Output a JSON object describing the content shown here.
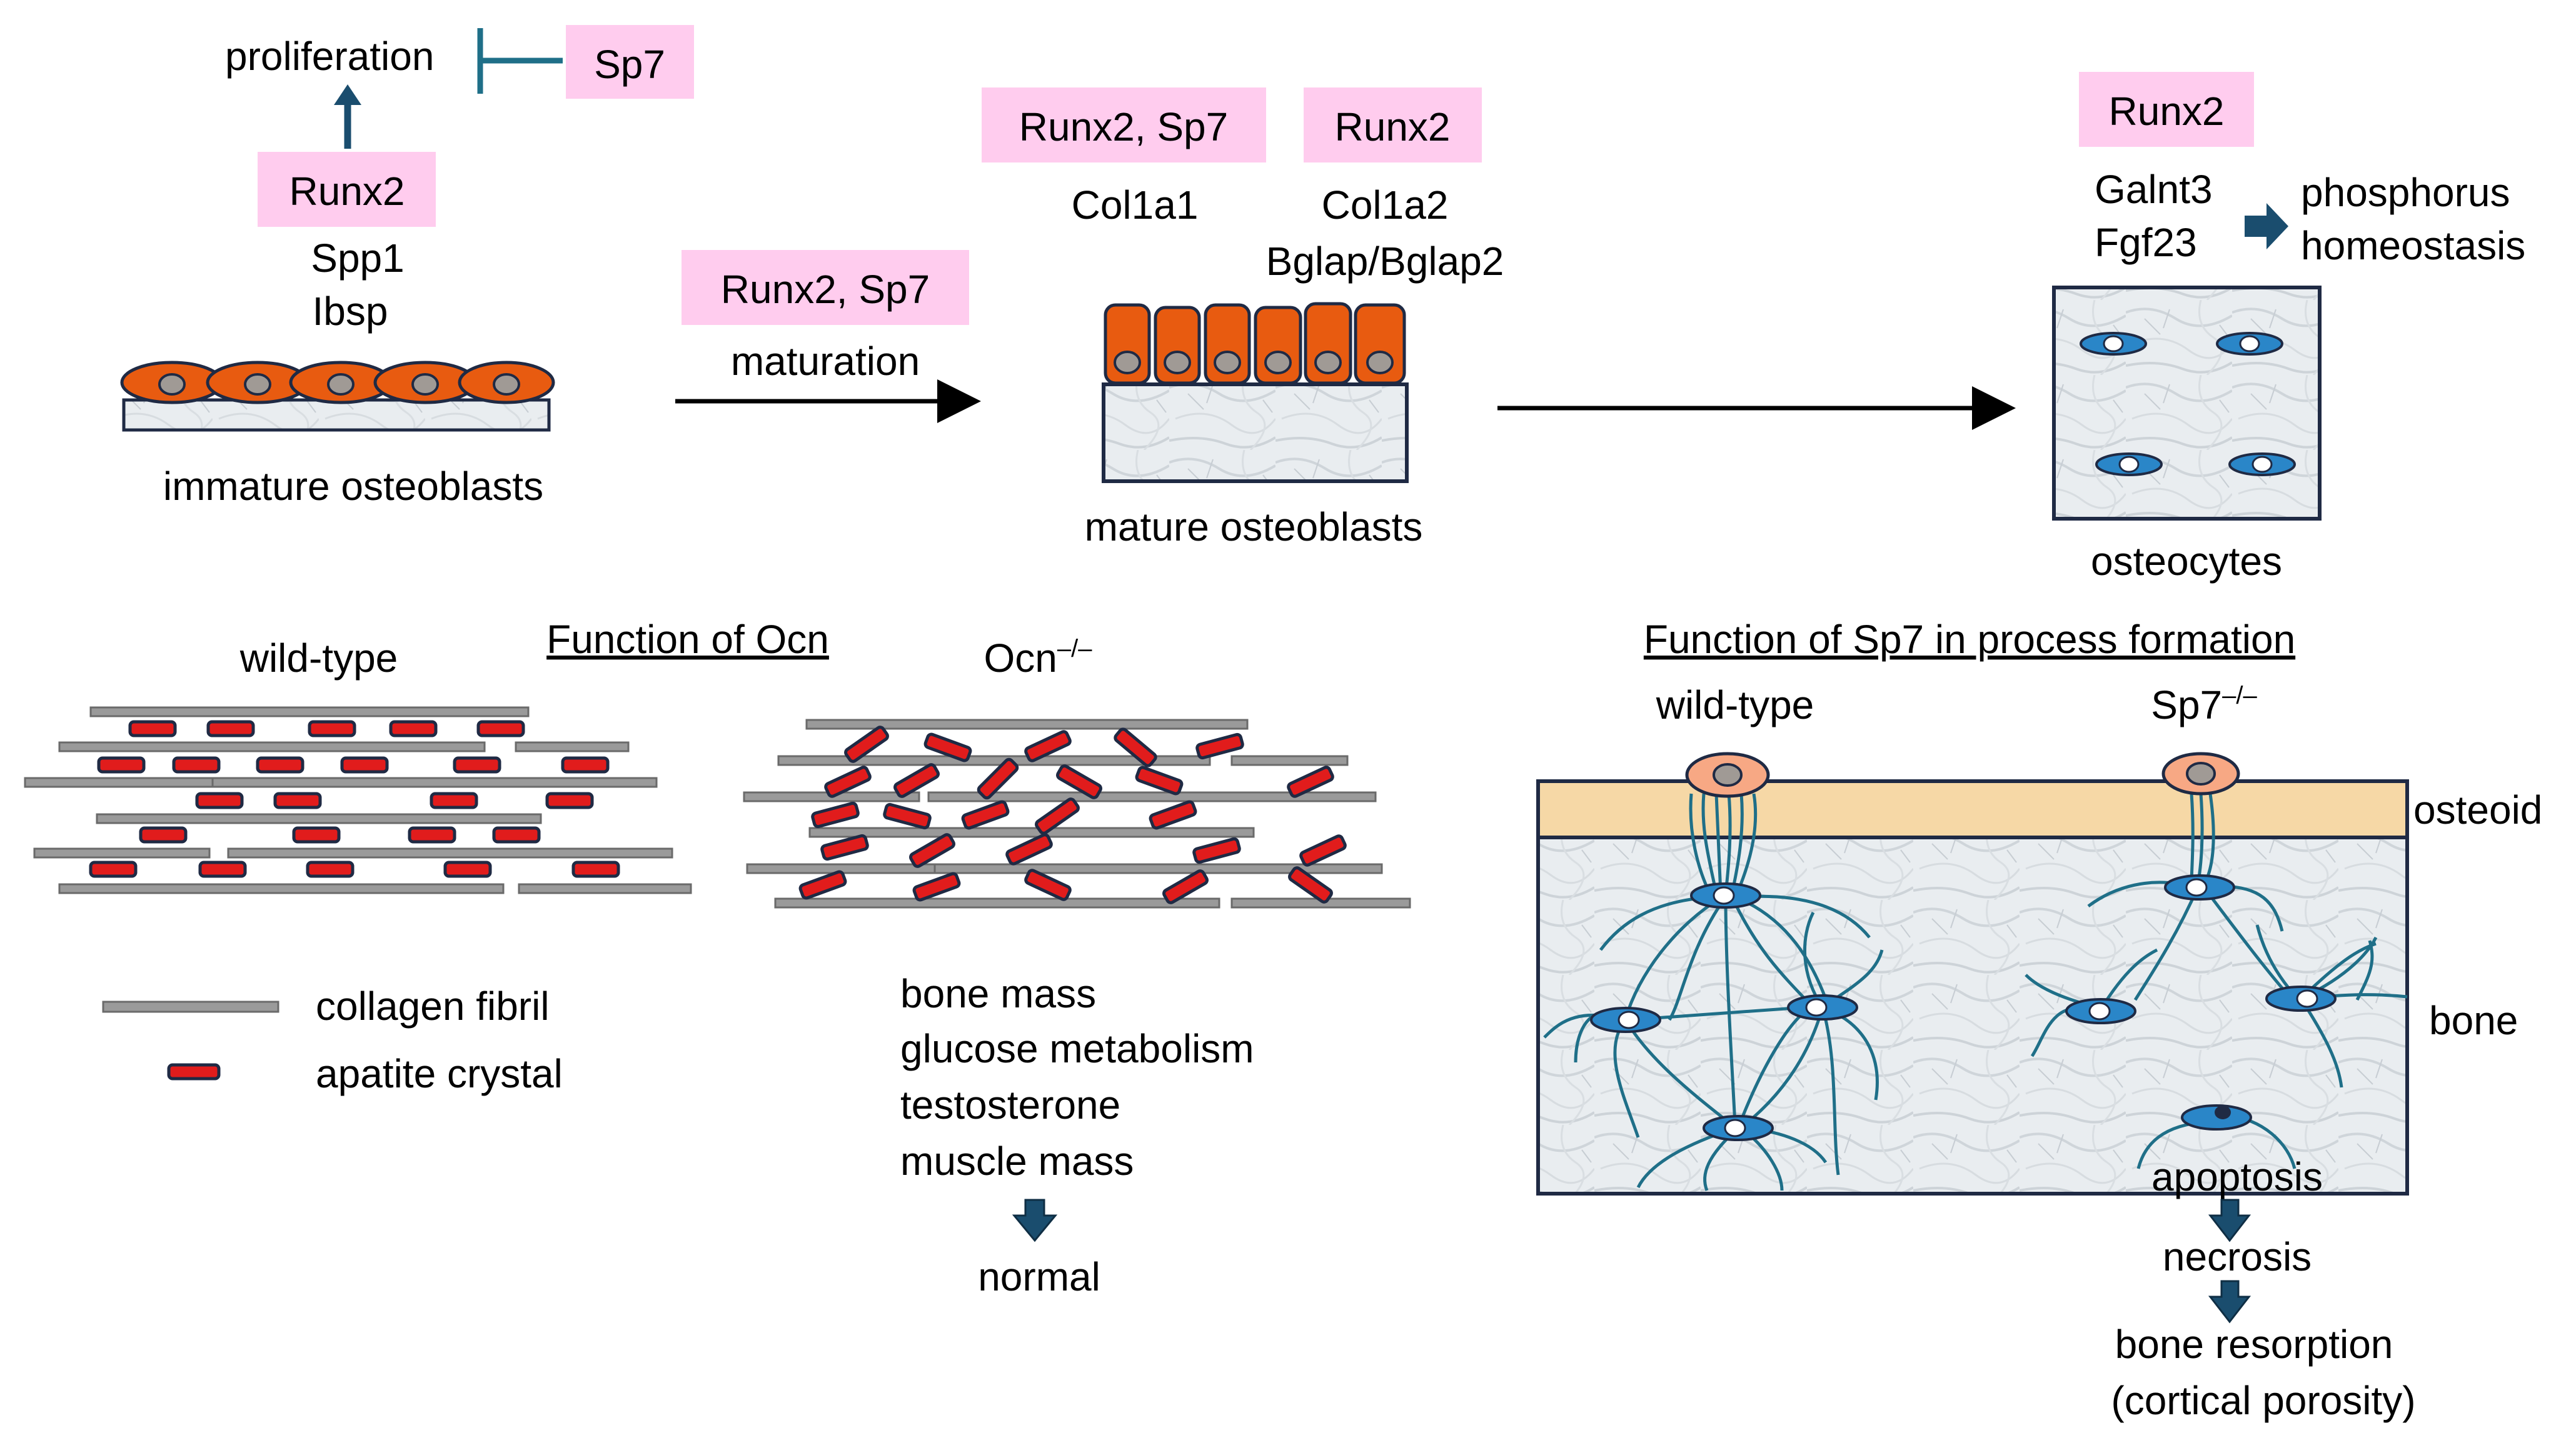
{
  "colors": {
    "factor_box": "#ffccee",
    "osteoblast_fill": "#e85b10",
    "osteoblast_stroke": "#1f2a44",
    "nucleus": "#a09a95",
    "bone_matrix": "#e8ecef",
    "osteoid": "#f6d8a6",
    "osteocyte": "#2a86c8",
    "canaliculus": "#1f6f88",
    "inhibition": "#1f6f88",
    "collagen": "#9a9a9a",
    "apatite": "#e11c1c",
    "surface_cell": "#f7a884",
    "down_arrow": "#1a4d6e"
  },
  "top": {
    "proliferation": "proliferation",
    "sp7": "Sp7",
    "runx2_immature": "Runx2",
    "immature_gene_1": "Spp1",
    "immature_gene_2": "Ibsp",
    "immature_label": "immature osteoblasts",
    "maturation_factor": "Runx2, Sp7",
    "maturation": "maturation",
    "mature_factor_1": "Runx2, Sp7",
    "mature_factor_2": "Runx2",
    "mature_gene_1": "Col1a1",
    "mature_gene_2a": "Col1a2",
    "mature_gene_2b": "Bglap/Bglap2",
    "mature_label": "mature osteoblasts",
    "osteocyte_factor": "Runx2",
    "osteocyte_gene_1": "Galnt3",
    "osteocyte_gene_2": "Fgf23",
    "phosphorus_1": "phosphorus",
    "phosphorus_2": "homeostasis",
    "osteocyte_label": "osteocytes"
  },
  "ocn": {
    "title": "Function of Ocn",
    "wild_type": "wild-type",
    "knockout": "Ocn",
    "knockout_sup": "–/–",
    "legend_collagen": "collagen fibril",
    "legend_apatite": "apatite crystal",
    "outcome_1": "bone mass",
    "outcome_2": "glucose metabolism",
    "outcome_3": "testosterone",
    "outcome_4": "muscle mass",
    "result": "normal"
  },
  "sp7": {
    "title": "Function of Sp7 in process formation",
    "wild_type": "wild-type",
    "knockout": "Sp7",
    "knockout_sup": "–/–",
    "osteoid": "osteoid",
    "bone": "bone",
    "apoptosis": "apoptosis",
    "necrosis": "necrosis",
    "resorption_1": "bone resorption",
    "resorption_2": "(cortical porosity)"
  }
}
